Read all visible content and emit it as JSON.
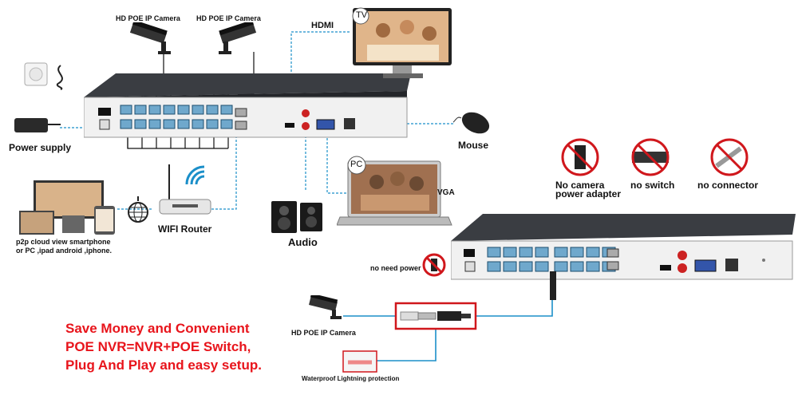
{
  "labels": {
    "camera_1": "HD POE IP Camera",
    "camera_2": "HD POE IP Camera",
    "hdmi": "HDMI",
    "tv": "TV",
    "pc": "PC",
    "vga": "VGA",
    "mouse": "Mouse",
    "power_supply": "Power supply",
    "wifi_router": "WIFI Router",
    "audio": "Audio",
    "p2p_line1": "p2p cloud view smartphone",
    "p2p_line2": "or PC ,ipad android ,iphone.",
    "no_need_power": "no need power",
    "hd_camera_bottom": "HD POE IP Camera",
    "waterproof": "Waterproof Lightning protection"
  },
  "warnings": [
    {
      "line1": "No camera",
      "line2": "power adapter"
    },
    {
      "line1": "no switch",
      "line2": ""
    },
    {
      "line1": "no connector",
      "line2": ""
    }
  ],
  "promo": {
    "line1": "Save Money and Convenient",
    "line2": "POE NVR=NVR+POE Switch,",
    "line3": "Plug And Play and easy setup."
  },
  "colors": {
    "connection_line": "#1b8fc9",
    "promo_text": "#e8141b",
    "nvr_body": "#2b2e33",
    "port_blue": "#6fa8cc",
    "highlight_box": "#d0171c"
  }
}
